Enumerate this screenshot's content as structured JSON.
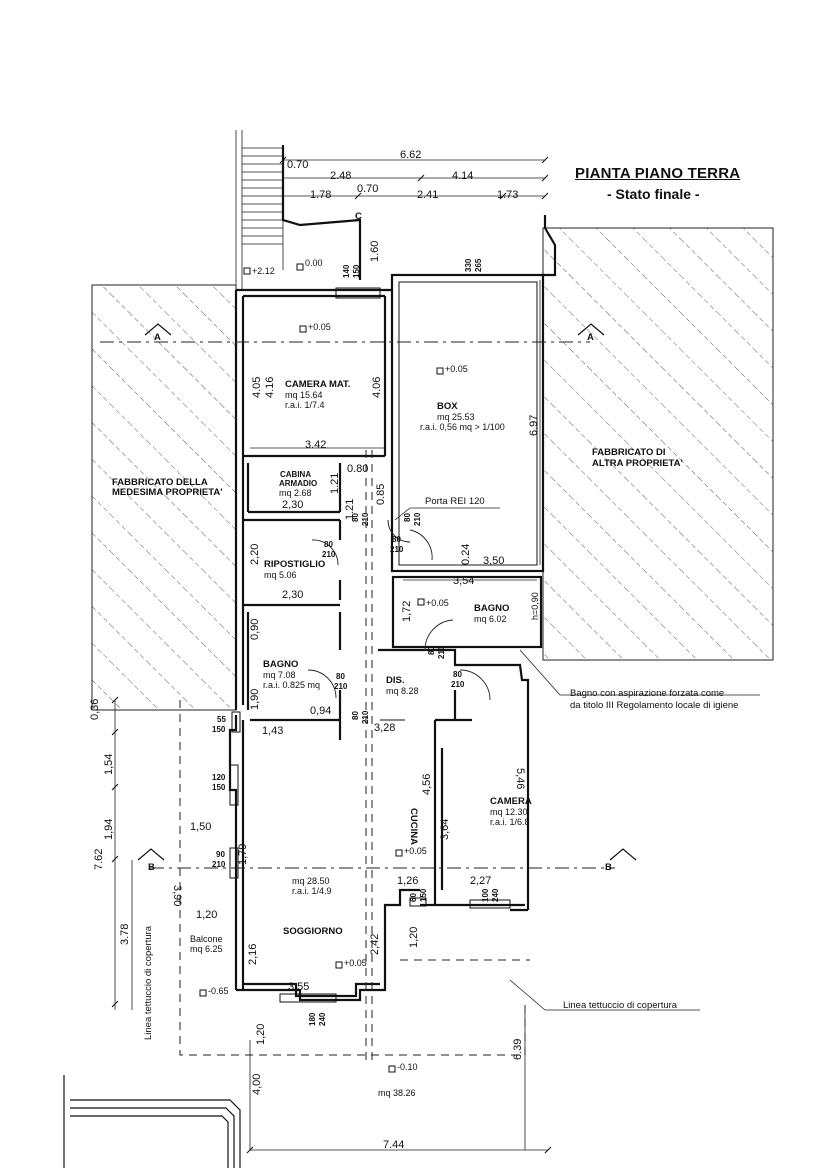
{
  "title": {
    "line1": "PIANTA PIANO TERRA",
    "line2": "- Stato finale -"
  },
  "buildings": {
    "left": [
      "FABBRICATO DELLA",
      "MEDESIMA PROPRIETA'"
    ],
    "right": [
      "FABBRICATO DI",
      "ALTRA PROPRIETA'"
    ]
  },
  "rooms": {
    "camera_mat": [
      "CAMERA MAT.",
      "mq 15.64",
      "r.a.i. 1/7.4"
    ],
    "box": [
      "BOX",
      "mq 25.53",
      "r.a.i. 0,56 mq > 1/100"
    ],
    "cabina": [
      "CABINA",
      "ARMADIO",
      "mq 2.68"
    ],
    "ripostiglio": [
      "RIPOSTIGLIO",
      "mq 5.06"
    ],
    "bagno1": [
      "BAGNO",
      "mq 7.08",
      "r.a.i. 0.825 mq"
    ],
    "bagno2": [
      "BAGNO",
      "mq 6.02"
    ],
    "dis": [
      "DIS.",
      "mq 8.28"
    ],
    "camera": [
      "CAMERA",
      "mq 12.30",
      "r.a.i. 1/6.8"
    ],
    "cucina": "CUCINA",
    "soggiorno": [
      "mq 28.50",
      "r.a.i. 1/4.9",
      "SOGGIORNO"
    ],
    "balcone": [
      "Balcone",
      "mq 6.25"
    ],
    "esterno": "mq 38.26"
  },
  "notes": {
    "porta_rei": "Porta REI 120",
    "bagno_aspirazione": [
      "Bagno con aspirazione forzata come",
      "da titolo III Regolamento locale di igiene"
    ],
    "linea_tettuccio": "Linea tettuccio di copertura",
    "linea_tettuccio_left": "Linea tettuccio di copertura"
  },
  "section_marks": {
    "a_left": "A",
    "a_right": "A",
    "b_left": "B",
    "b_right": "B",
    "c": "C"
  },
  "levels": {
    "l1": "+2.12",
    "l2": "0.00",
    "l3": "+0.05",
    "l4": "+0.05",
    "l5": "+0.05",
    "l6": "+0.05",
    "l7": "+0.05",
    "l8": "-0.65",
    "l9": "-0.10"
  },
  "dims": {
    "d662": "6.62",
    "d070a": "0.70",
    "d248": "2.48",
    "d414": "4.14",
    "d178": "1.78",
    "d070b": "0.70",
    "d241": "2.41",
    "d173": "1.73",
    "d160": "1.60",
    "d342": "3.42",
    "d405": "4.05",
    "d416": "4.16",
    "d406": "4.06",
    "d697": "6.97",
    "d080": "0.80",
    "d121a": "1.21",
    "d121b": "1.21",
    "d085": "0.85",
    "d230a": "2,30",
    "d220": "2,20",
    "d230b": "2,30",
    "d090a": "0,90",
    "d024": "0.24",
    "d350": "3,50",
    "d354": "3,54",
    "d172": "1,72",
    "d090b": "h=0,90",
    "d190": "1,90",
    "d094": "0,94",
    "d143": "1,43",
    "d328": "3,28",
    "d456": "4,56",
    "d546": "5,46",
    "d364": "3,64",
    "d036": "0,36",
    "d154": "1,54",
    "d194": "1,94",
    "d762": "7.62",
    "d378": "3.78",
    "d390": "3,90",
    "d150": "1,50",
    "d179": "1,79",
    "d120a": "1,20",
    "d216": "2,16",
    "d126": "1,26",
    "d227": "2,27",
    "d242": "2,42",
    "d120b": "1,20",
    "d355": "3,55",
    "d120c": "1,20",
    "d400": "4,00",
    "d639": "6.39",
    "d744": "7.44"
  },
  "openings": {
    "o1": [
      "140",
      "150"
    ],
    "o2": [
      "330",
      "265"
    ],
    "o3": [
      "80",
      "210"
    ],
    "o4": [
      "80",
      "210"
    ],
    "o5": [
      "80",
      "210"
    ],
    "o6": [
      "80",
      "210"
    ],
    "o7": [
      "80",
      "210"
    ],
    "o8": [
      "80",
      "210"
    ],
    "o9": [
      "80",
      "210"
    ],
    "o10": [
      "55",
      "150"
    ],
    "o11": [
      "120",
      "150"
    ],
    "o12": [
      "90",
      "210"
    ],
    "o13": [
      "60",
      "150"
    ],
    "o14": [
      "100",
      "240"
    ],
    "o15": [
      "180",
      "240"
    ],
    "o16": [
      "80",
      "210"
    ]
  }
}
